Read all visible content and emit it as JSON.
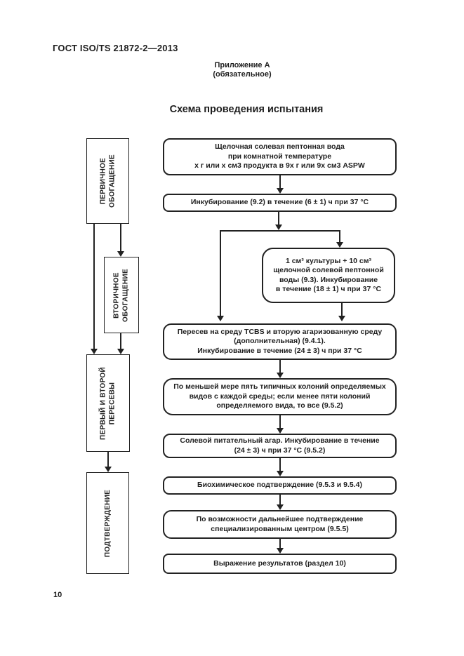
{
  "page": {
    "doc_number": "ГОСТ ISO/TS 21872-2—2013",
    "annex_title": "Приложение А\n(обязательное)",
    "diagram_title": "Схема проведения испытания",
    "page_number": "10"
  },
  "stages": {
    "primary_enrichment": "ПЕРВИЧНОЕ\nОБОГАЩЕНИЕ",
    "secondary_enrichment": "ВТОРИЧНОЕ\nОБОГАЩЕНИЕ",
    "first_second_plating": "ПЕРВЫЙ И ВТОРОЙ\nПЕРЕСЕВЫ",
    "confirmation": "ПОДТВЕРЖДЕНИЕ"
  },
  "flow": {
    "aspw": "Щелочная солевая пептонная вода\nпри комнатной температуре\nх г или х см3 продукта в 9х г или 9х см3 ASPW",
    "incubation_primary": "Инкубирование (9.2) в течение (6 ± 1) ч при 37 °С",
    "secondary_culture": "1 см³ культуры + 10 см³\nщелочной солевой пептонной\nводы (9.3). Инкубирование\nв течение (18 ± 1) ч при 37 °С",
    "tcbs_plating": "Пересев на среду TCBS и вторую агаризованную среду\n(дополнительная) (9.4.1).\nИнкубирование в течение (24 ± 3) ч при 37 °С",
    "colony_selection": "По меньшей мере пять типичных колоний определяемых\nвидов с каждой среды; если менее пяти колоний\nопределяемого вида, то все (9.5.2)",
    "saline_agar": "Солевой питательный агар. Инкубирование в течение\n(24 ± 3) ч при 37 °С (9.5.2)",
    "biochemical_confirmation": "Биохимическое подтверждение (9.5.3 и 9.5.4)",
    "specialized_center": "По возможности дальнейшее подтверждение\nспециализированным центром (9.5.5)",
    "results": "Выражение результатов (раздел 10)"
  }
}
